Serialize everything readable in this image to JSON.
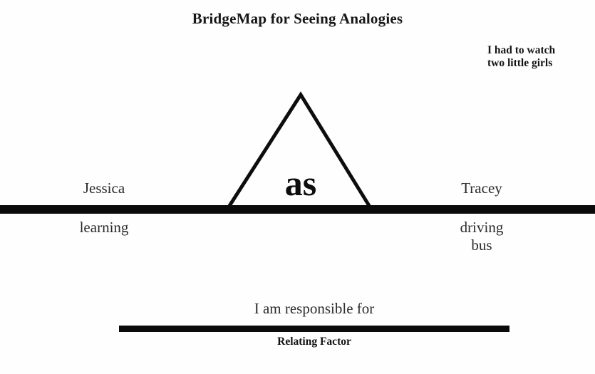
{
  "diagram": {
    "title": "BridgeMap for Seeing Analogies",
    "type": "bridge-map",
    "relating_word": "as",
    "annotation": {
      "line1": "I had to watch",
      "line2": "two little girls"
    },
    "left_pair": {
      "top": "Jessica",
      "bottom": "learning"
    },
    "right_pair": {
      "top": "Tracey",
      "bottom_line1": "driving",
      "bottom_line2": "bus"
    },
    "relating_factor": {
      "phrase": "I am responsible for",
      "label": "Relating Factor"
    },
    "colors": {
      "ink": "#0b0b0b",
      "text": "#2b2b2b",
      "background": "#fefefe"
    }
  }
}
